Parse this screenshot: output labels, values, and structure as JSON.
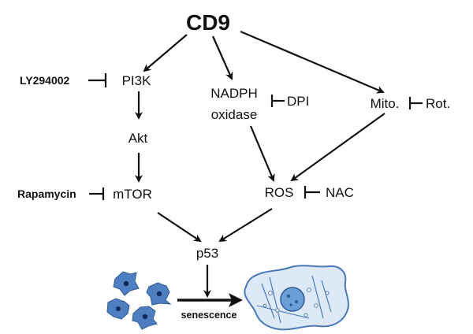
{
  "diagram": {
    "root": "CD9",
    "nodes": {
      "pi3k": "PI3K",
      "akt": "Akt",
      "mtor": "mTOR",
      "nadph_line1": "NADPH",
      "nadph_line2": "oxidase",
      "mito": "Mito.",
      "ros": "ROS",
      "p53": "p53"
    },
    "inhibitors": {
      "ly294002": "LY294002",
      "rapamycin": "Rapamycin",
      "dpi": "DPI",
      "rot": "Rot.",
      "nac": "NAC"
    },
    "outcome_label": "senescence",
    "colors": {
      "ink": "#111111",
      "cell_fill": "#4f7fc0",
      "cell_stroke": "#2d5a93",
      "nucleus": "#0f2a5c",
      "senescent_fill": "#dde9f7",
      "senescent_stroke": "#4a78b8",
      "senescent_nucleus": "#6a9fd8"
    }
  },
  "chart_data": {
    "type": "pathway",
    "edges": [
      {
        "from": "CD9",
        "to": "PI3K",
        "kind": "activation"
      },
      {
        "from": "CD9",
        "to": "NADPH oxidase",
        "kind": "activation"
      },
      {
        "from": "CD9",
        "to": "Mito.",
        "kind": "activation"
      },
      {
        "from": "PI3K",
        "to": "Akt",
        "kind": "activation"
      },
      {
        "from": "Akt",
        "to": "mTOR",
        "kind": "activation"
      },
      {
        "from": "mTOR",
        "to": "p53",
        "kind": "activation"
      },
      {
        "from": "NADPH oxidase",
        "to": "ROS",
        "kind": "activation"
      },
      {
        "from": "Mito.",
        "to": "ROS",
        "kind": "activation"
      },
      {
        "from": "ROS",
        "to": "p53",
        "kind": "activation"
      },
      {
        "from": "LY294002",
        "to": "PI3K",
        "kind": "inhibition"
      },
      {
        "from": "Rapamycin",
        "to": "mTOR",
        "kind": "inhibition"
      },
      {
        "from": "DPI",
        "to": "NADPH oxidase",
        "kind": "inhibition"
      },
      {
        "from": "Rot.",
        "to": "Mito.",
        "kind": "inhibition"
      },
      {
        "from": "NAC",
        "to": "ROS",
        "kind": "inhibition"
      },
      {
        "from": "p53",
        "to": "senescence",
        "kind": "activation"
      }
    ]
  }
}
